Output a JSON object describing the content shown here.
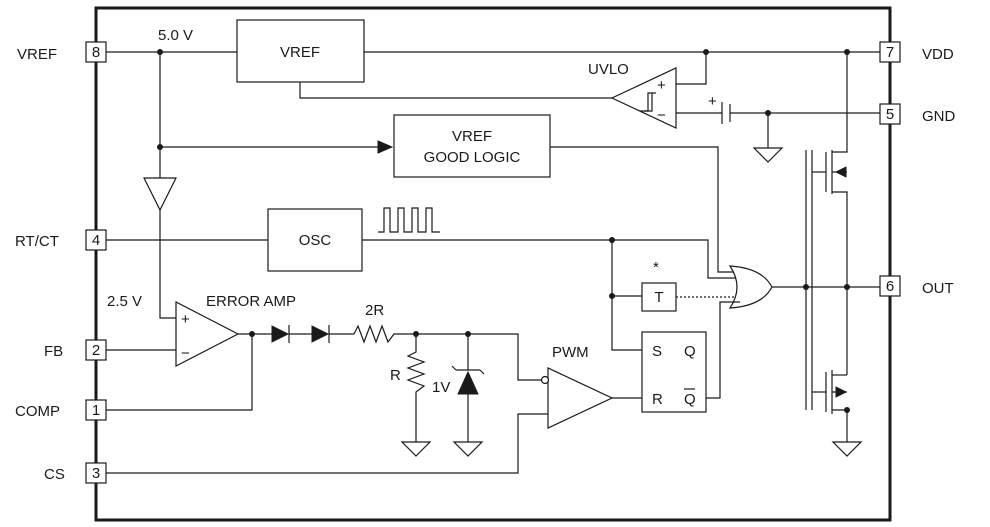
{
  "pins": {
    "vref": {
      "name": "VREF",
      "number": "8"
    },
    "rtct": {
      "name": "RT/CT",
      "number": "4"
    },
    "fb": {
      "name": "FB",
      "number": "2"
    },
    "comp": {
      "name": "COMP",
      "number": "1"
    },
    "cs": {
      "name": "CS",
      "number": "3"
    },
    "vdd": {
      "name": "VDD",
      "number": "7"
    },
    "gnd": {
      "name": "GND",
      "number": "5"
    },
    "out": {
      "name": "OUT",
      "number": "6"
    }
  },
  "blocks": {
    "vref": "VREF",
    "good_logic_line1": "VREF",
    "good_logic_line2": "GOOD LOGIC",
    "osc": "OSC",
    "toggle": "T",
    "latch_s": "S",
    "latch_q": "Q",
    "latch_r": "R",
    "latch_qbar": "Q"
  },
  "labels": {
    "v5": "5.0 V",
    "v25": "2.5 V",
    "uvlo": "UVLO",
    "error_amp": "ERROR AMP",
    "pwm": "PWM",
    "r2": "2R",
    "r": "R",
    "zener": "1V",
    "asterisk": "*",
    "plus": "+",
    "minus": "−"
  }
}
